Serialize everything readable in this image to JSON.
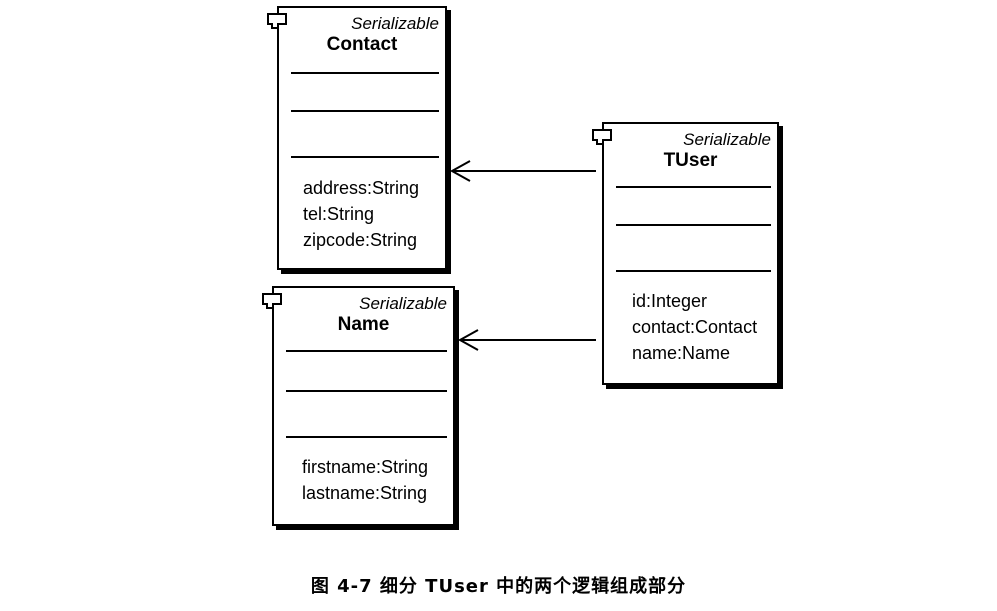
{
  "classes": {
    "contact": {
      "stereotype": "Serializable",
      "name": "Contact",
      "attributes": [
        "address:String",
        "tel:String",
        "zipcode:String"
      ]
    },
    "tuser": {
      "stereotype": "Serializable",
      "name": "TUser",
      "attributes": [
        "id:Integer",
        "contact:Contact",
        "name:Name"
      ]
    },
    "name": {
      "stereotype": "Serializable",
      "name": "Name",
      "attributes": [
        "firstname:String",
        "lastname:String"
      ]
    }
  },
  "caption": "图 4-7   细分 TUser 中的两个逻辑组成部分"
}
